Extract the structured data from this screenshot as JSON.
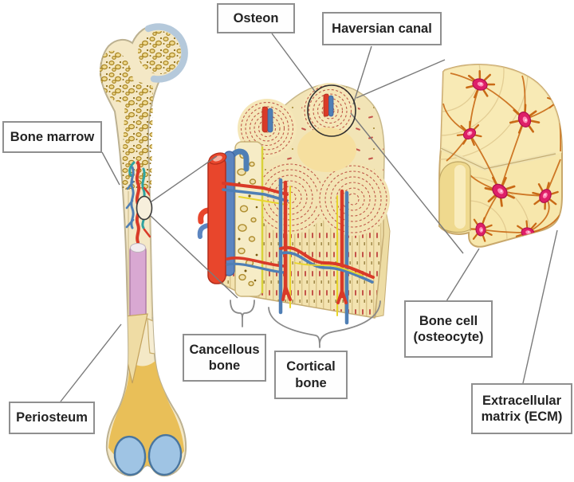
{
  "figure": {
    "labels": {
      "osteon": "Osteon",
      "haversian_canal": "Haversian canal",
      "bone_marrow": "Bone marrow",
      "periosteum": "Periosteum",
      "cancellous_bone": "Cancellous bone",
      "cortical_bone": "Cortical bone",
      "bone_cell": "Bone cell (osteocyte)",
      "extracellular_matrix": "Extracellular matrix (ECM)"
    },
    "colors": {
      "bone_cream": "#F4E8C6",
      "cortical_tan": "#F3E3B0",
      "spongy_gold": "#C9A53B",
      "cartilage_blue": "#A9CAE4",
      "artery_red": "#E8462C",
      "vein_blue": "#4F7FB5",
      "nerve_yellow": "#E8D52C",
      "marrow_pink": "#D9A8D2",
      "osteocyte_magenta": "#DE1F68",
      "canaliculi_brown": "#C96A16",
      "label_border_gray": "#8F8F8F",
      "connector_gray": "#7A7A7A"
    }
  }
}
